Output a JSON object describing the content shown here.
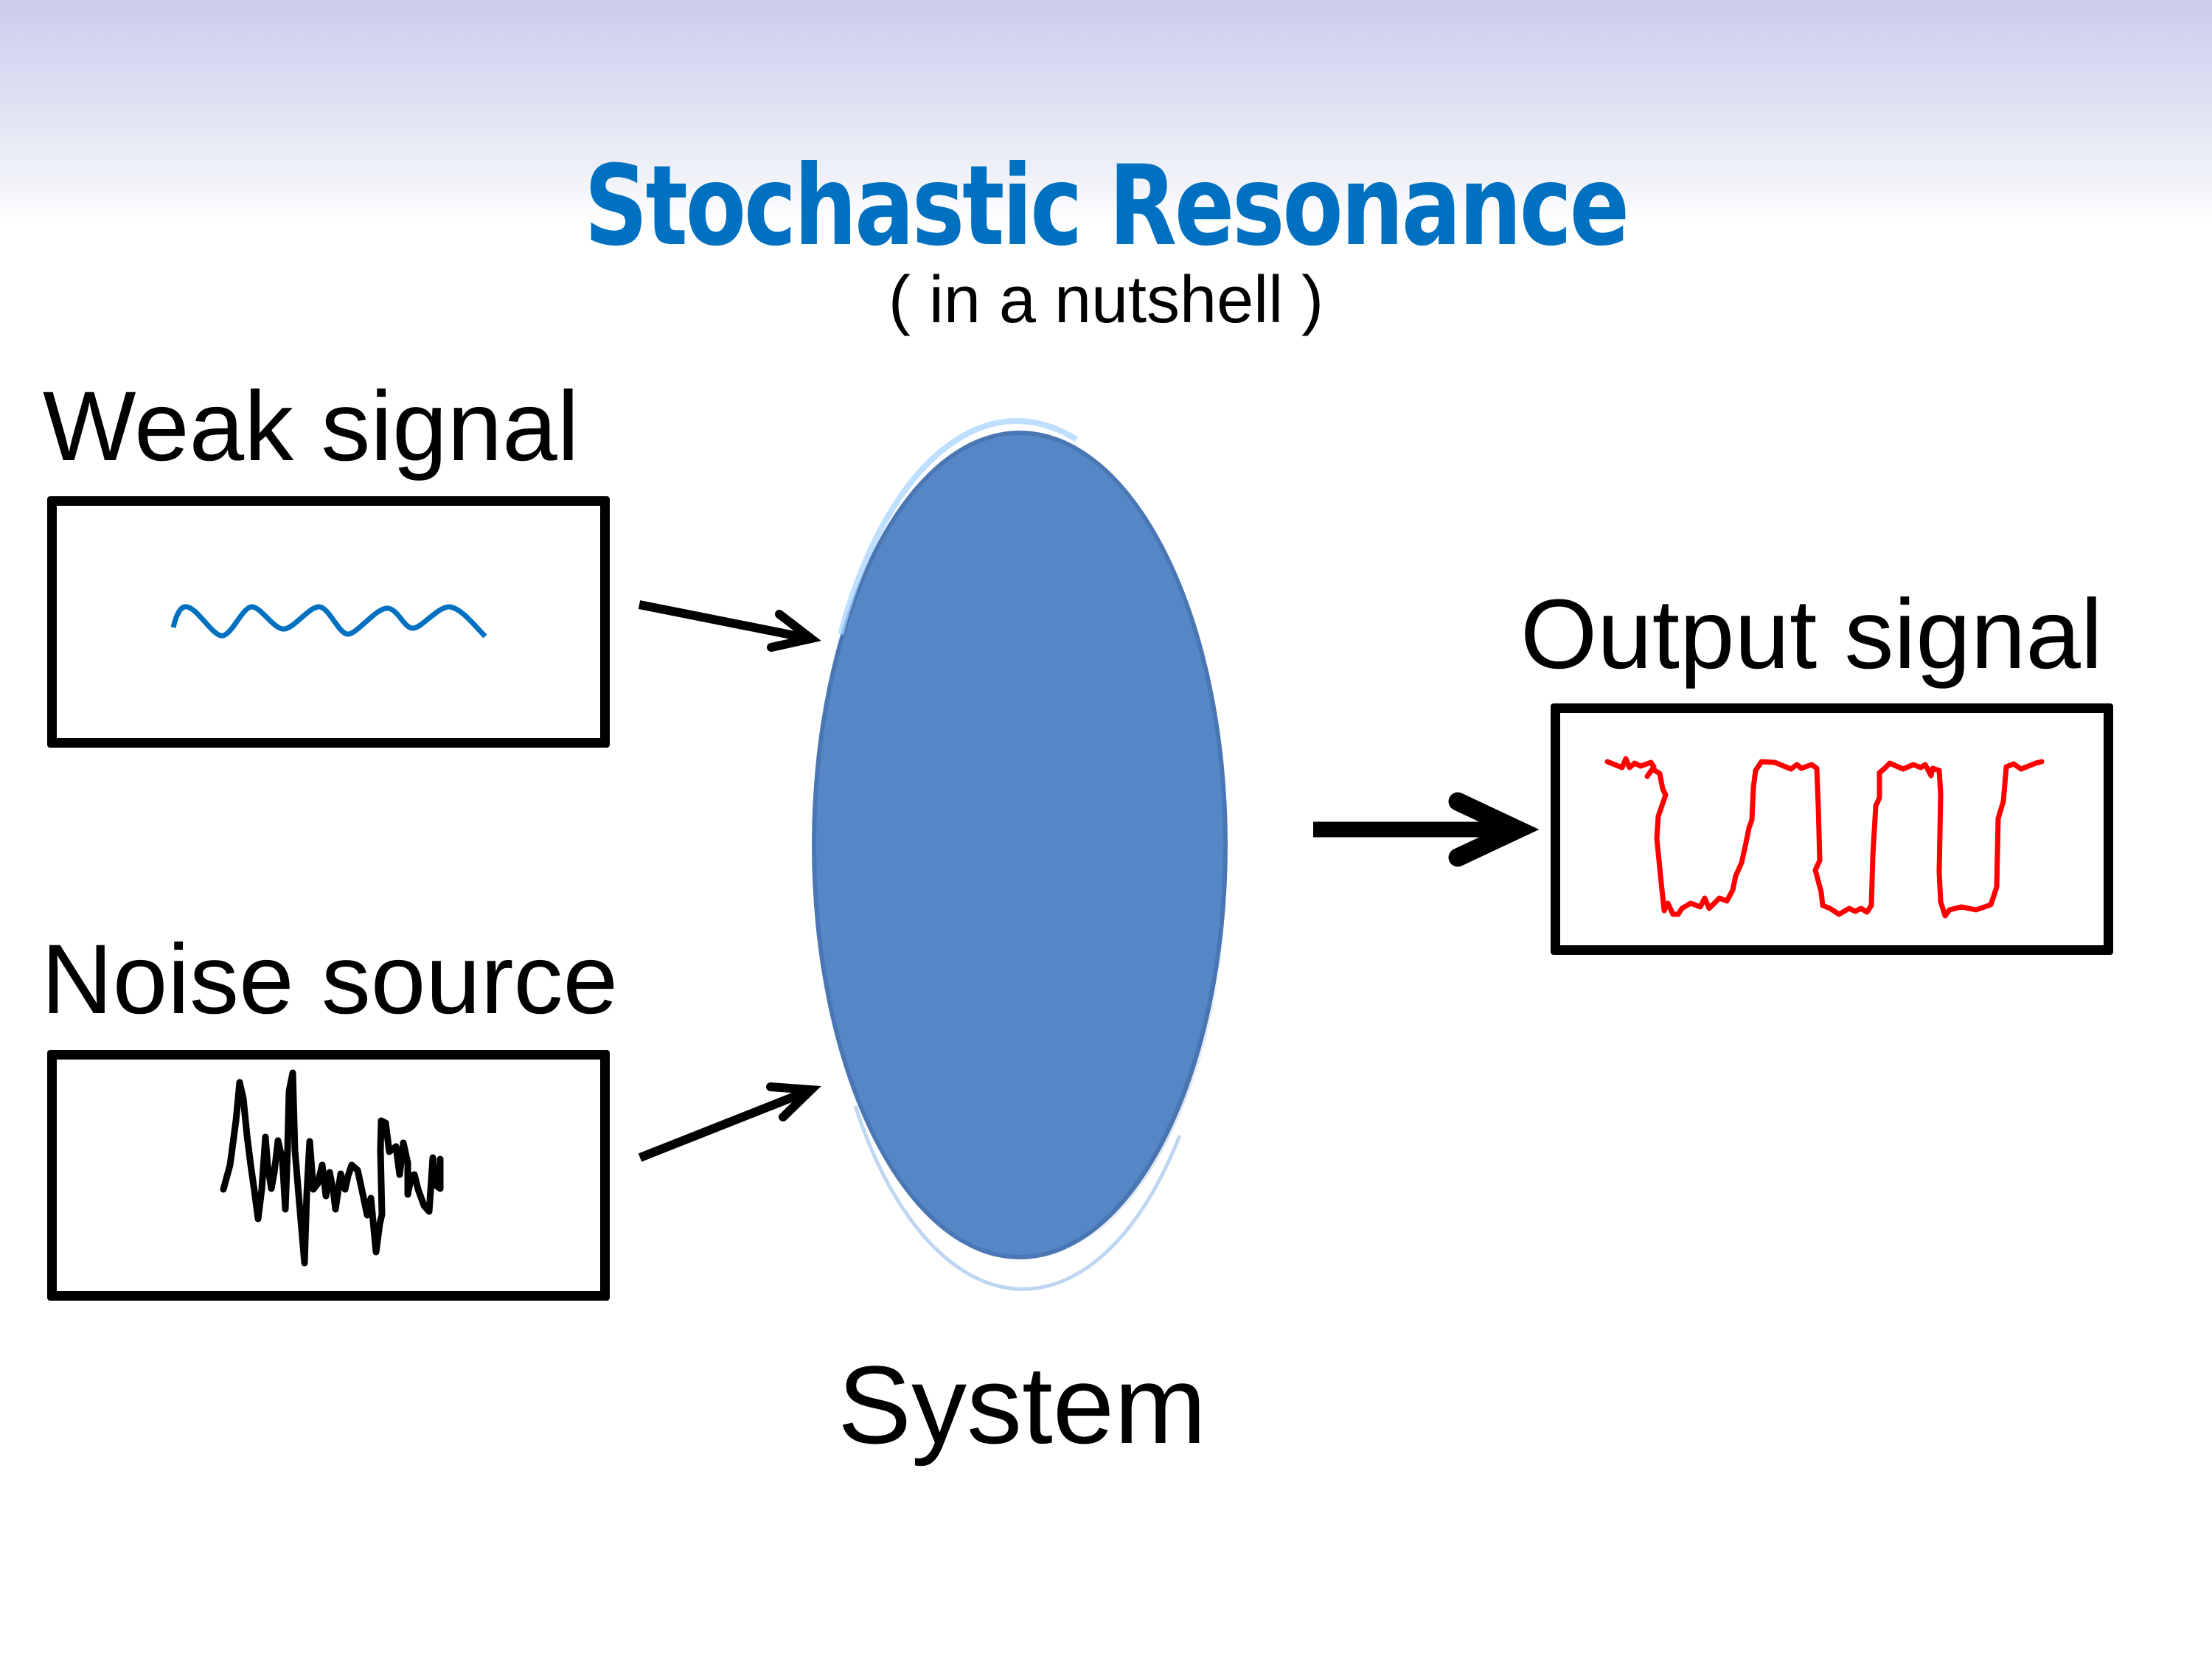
{
  "slide": {
    "title": "Stochastic Resonance",
    "subtitle": "( in a nutshell )"
  },
  "inputs": {
    "weak_signal": {
      "label": "Weak signal",
      "waveform": "sinusoid",
      "color": "#0070C0"
    },
    "noise_source": {
      "label": "Noise source",
      "waveform": "random-noise",
      "color": "#000000"
    }
  },
  "system": {
    "label": "System",
    "shape": "ellipse",
    "color": "#5586C5"
  },
  "output": {
    "label": "Output signal",
    "waveform": "noisy-square-wave",
    "color": "#FF0000"
  },
  "colors": {
    "title": "#0070C0",
    "header_gradient_top": "#CBCBEB",
    "text": "#000000"
  }
}
